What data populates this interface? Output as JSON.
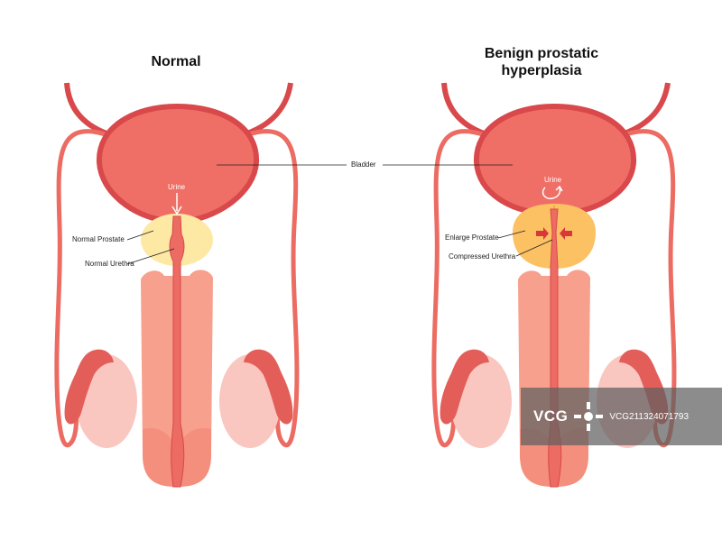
{
  "titles": {
    "normal": "Normal",
    "bph_line1": "Benign prostatic",
    "bph_line2": "hyperplasia"
  },
  "labels": {
    "urine_normal": "Urine",
    "urine_bph": "Urine",
    "bladder": "Bladder",
    "normal_prostate": "Normal Prostate",
    "normal_urethra": "Normal Urethra",
    "enlarge_prostate": "Enlarge Prostate",
    "compressed_urethra": "Compressed Urethra"
  },
  "watermark": {
    "logo": "VCG",
    "id": "VCG211324071793"
  },
  "colors": {
    "bladder_fill": "#ef6f66",
    "bladder_wall": "#d9484a",
    "vessel": "#ec6b62",
    "prostate_normal": "#fde8a4",
    "prostate_enlarged": "#fbc163",
    "penis": "#f7a08d",
    "testis": "#f9c6c0",
    "epididymis": "#e35e59",
    "arrow_red": "#d9373b"
  }
}
